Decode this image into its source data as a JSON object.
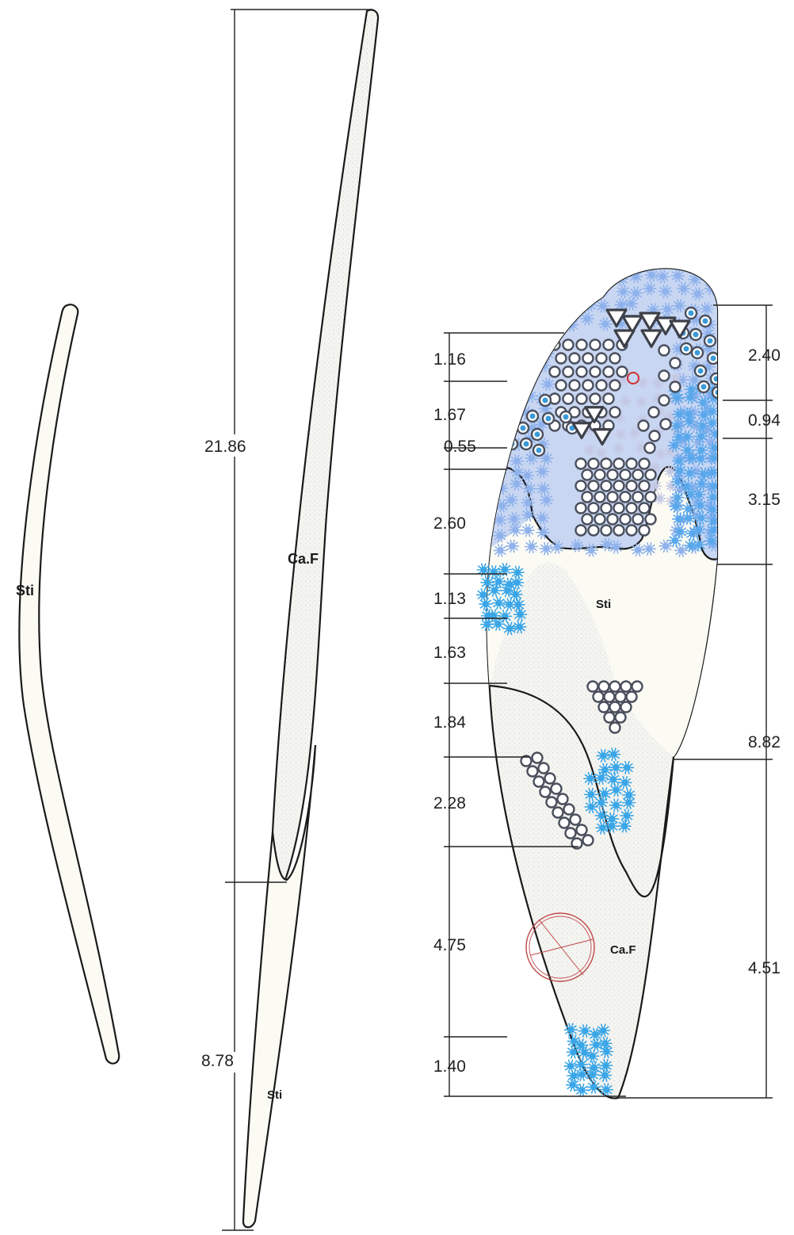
{
  "colors": {
    "paper": "#fbfbf4",
    "outline": "#1a1a1a",
    "stipple": "#f3f3f0",
    "blue_bright": "#3aa6e8",
    "blue_light": "#8fb2ec",
    "lavender": "#c4c8e4",
    "ring": "#4a4f5c",
    "triangle": "#3d4048",
    "scar": "#c04040",
    "rings_dark_fill": "#3a9ad8"
  },
  "figure_left": {
    "label": "Sti"
  },
  "figure_middle": {
    "upper_label": "Ca.F",
    "lower_label": "Sti",
    "dimensions": [
      "21.86",
      "8.78"
    ]
  },
  "figure_right": {
    "upper_label": "Sti",
    "lower_label": "Ca.F",
    "left_dimensions": [
      "1.16",
      "1.67",
      "0.55",
      "2.60",
      "1.13",
      "1.63",
      "1.84",
      "2.28",
      "4.75",
      "1.40"
    ],
    "right_dimensions": [
      "2.40",
      "0.94",
      "3.15",
      "8.82",
      "4.51"
    ],
    "icons": [
      "flower-cluster-icon",
      "ring-cluster-icon",
      "triangle-icon",
      "scar-circle-icon"
    ]
  }
}
